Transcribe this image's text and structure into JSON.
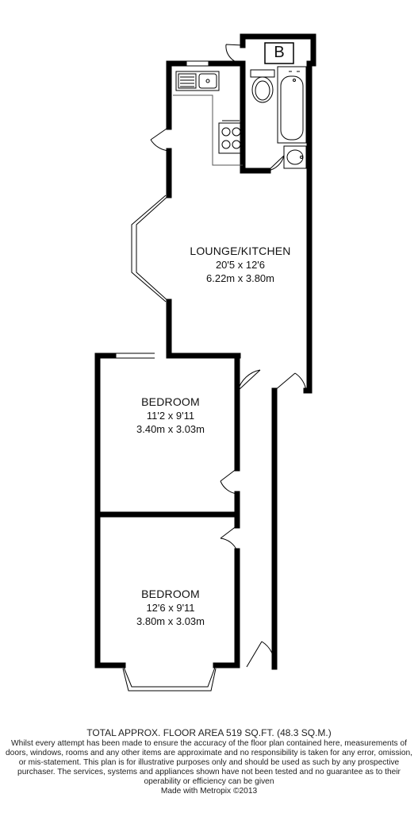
{
  "rooms": {
    "lounge_kitchen": {
      "name": "LOUNGE/KITCHEN",
      "imperial": "20'5 x 12'6",
      "metric": "6.22m x 3.80m"
    },
    "bedroom_1": {
      "name": "BEDROOM",
      "imperial": "11'2 x 9'11",
      "metric": "3.40m x 3.03m"
    },
    "bedroom_2": {
      "name": "BEDROOM",
      "imperial": "12'6 x 9'11",
      "metric": "3.80m x 3.03m"
    }
  },
  "boiler": {
    "letter": "B"
  },
  "footer": {
    "floor_area": "TOTAL APPROX. FLOOR AREA 519 SQ.FT. (48.3 SQ.M.)",
    "disclaimer": "Whilst every attempt has been made to ensure the accuracy of the floor plan contained here, measurements of doors, windows, rooms and any other items are approximate and no responsibility is taken for any error, omission, or mis-statement. This plan is for illustrative purposes only and should be used as such by any prospective purchaser. The services, systems and appliances shown have not been tested and no guarantee as to their operability or efficiency can be given",
    "credit": "Made with Metropix ©2013"
  },
  "colors": {
    "wall": "#000000",
    "fixture": "#555555",
    "background": "#ffffff"
  }
}
